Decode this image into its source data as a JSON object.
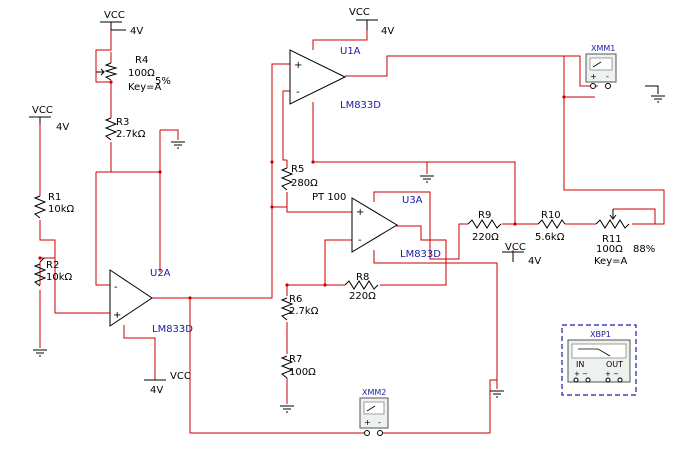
{
  "vcc": {
    "r4": {
      "name": "VCC",
      "voltage": "4V"
    },
    "left": {
      "name": "VCC",
      "voltage": "4V"
    },
    "u1a": {
      "name": "VCC",
      "voltage": "4V"
    },
    "u3a": {
      "name": "VCC",
      "voltage": "4V"
    },
    "u2a": {
      "name": "VCC",
      "voltage": "4V"
    }
  },
  "resistors": {
    "r1": {
      "name": "R1",
      "value": "10kΩ"
    },
    "r2": {
      "name": "R2",
      "value": "10kΩ"
    },
    "r3": {
      "name": "R3",
      "value": "2.7kΩ"
    },
    "r4": {
      "name": "R4",
      "value": "100Ω",
      "key": "Key=A",
      "percent": "5%"
    },
    "r5": {
      "name": "R5",
      "value": "280Ω",
      "note": "PT 100"
    },
    "r6": {
      "name": "R6",
      "value": "2.7kΩ"
    },
    "r7": {
      "name": "R7",
      "value": "100Ω"
    },
    "r8": {
      "name": "R8",
      "value": "220Ω"
    },
    "r9": {
      "name": "R9",
      "value": "220Ω"
    },
    "r10": {
      "name": "R10",
      "value": "5.6kΩ"
    },
    "r11": {
      "name": "R11",
      "value": "100Ω",
      "key": "Key=A",
      "percent": "88%"
    }
  },
  "opamps": {
    "u1a": {
      "name": "U1A",
      "model": "LM833D"
    },
    "u2a": {
      "name": "U2A",
      "model": "LM833D"
    },
    "u3a": {
      "name": "U3A",
      "model": "LM833D"
    }
  },
  "instruments": {
    "xmm1": {
      "name": "XMM1",
      "plus": "+",
      "minus": "-"
    },
    "xmm2": {
      "name": "XMM2",
      "plus": "+",
      "minus": "-"
    },
    "xbp1": {
      "name": "XBP1",
      "in": "IN",
      "out": "OUT"
    }
  },
  "colors": {
    "wire": "#cc0000",
    "label": "#1a1aa6",
    "instrument_border": "#1a1aa6"
  }
}
